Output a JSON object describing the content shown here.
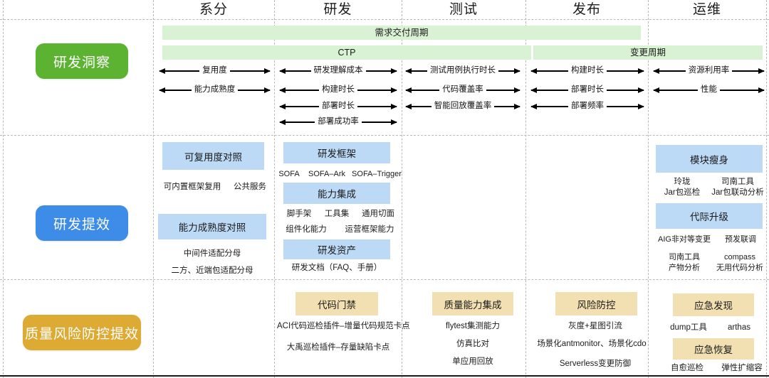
{
  "columns": [
    {
      "key": "xifen",
      "label": "系分"
    },
    {
      "key": "yanfa",
      "label": "研发"
    },
    {
      "key": "ceshi",
      "label": "测试"
    },
    {
      "key": "fabu",
      "label": "发布"
    },
    {
      "key": "yunwei",
      "label": "运维"
    }
  ],
  "rows": [
    {
      "key": "insight",
      "label": "研发洞察",
      "color": "#5cb331"
    },
    {
      "key": "efficiency",
      "label": "研发提效",
      "color": "#3d8ce8"
    },
    {
      "key": "quality",
      "label": "质量风险防控提效",
      "color": "#ddaa33"
    }
  ],
  "palette": {
    "green_pill": "#5cb331",
    "blue_pill": "#3d8ce8",
    "yellow_pill": "#ddaa33",
    "green_bar": "#d9f2d3",
    "blue_box": "#bcd9f5",
    "yellow_box": "#f2e0b2",
    "grid_line": "#b9b9b9"
  },
  "insight_row": {
    "cycle_bars": [
      {
        "key": "demand_delivery",
        "label": "需求交付周期"
      },
      {
        "key": "ctp",
        "label": "CTP"
      },
      {
        "key": "change_cycle",
        "label": "变更周期"
      }
    ],
    "metrics": {
      "xifen": [
        "复用度",
        "能力成熟度"
      ],
      "yanfa": [
        "研发理解成本",
        "构建时长",
        "部署时长",
        "部署成功率"
      ],
      "ceshi": [
        "测试用例执行时长",
        "代码覆盖率",
        "智能回放覆盖率"
      ],
      "fabu": [
        "构建时长",
        "部署时长",
        "部署频率"
      ],
      "yunwei": [
        "资源利用率",
        "性能"
      ]
    }
  },
  "efficiency_row": {
    "xifen": {
      "box1": "可复用度对照",
      "box1_notes": [
        "可内置框架复用",
        "公共服务"
      ],
      "box2": "能力成熟度对照",
      "box2_notes": [
        "中间件适配分母",
        "二方、近端包适配分母"
      ]
    },
    "yanfa": {
      "box1": "研发框架",
      "box1_notes": [
        "SOFA",
        "SOFA–Ark",
        "SOFA–Trigger"
      ],
      "box2": "能力集成",
      "box2_notes_line1": [
        "脚手架",
        "工具集",
        "通用切面"
      ],
      "box2_notes_line2": [
        "组件化能力",
        "运营框架能力"
      ],
      "box3": "研发资产",
      "box3_notes": [
        "研发文档（FAQ、手册）"
      ]
    },
    "yunwei": {
      "box1": "模块瘦身",
      "box1_notes_left": [
        "玲珑",
        "Jar包巡检"
      ],
      "box1_notes_right": [
        "司南工具",
        "Jar包联动分析"
      ],
      "box2": "代际升级",
      "box2_notes_row1": [
        "AIG非对等变更",
        "预发联调"
      ],
      "box2_notes_left": [
        "司南工具",
        "产物分析"
      ],
      "box2_notes_right": [
        "compass",
        "无用代码分析"
      ]
    }
  },
  "quality_row": {
    "yanfa": {
      "box1": "代码门禁",
      "notes": [
        "ACI代码巡检插件–增量代码规范卡点",
        "大禹巡检插件–存量缺陷卡点"
      ]
    },
    "ceshi": {
      "box1": "质量能力集成",
      "notes": [
        "flytest集测能力",
        "仿真比对",
        "单应用回放"
      ]
    },
    "fabu": {
      "box1": "风险防控",
      "notes": [
        "灰度+星图引流",
        "场景化antmonitor、场景化cdo",
        "Serverless变更防御"
      ]
    },
    "yunwei": {
      "box1": "应急发现",
      "box1_notes_left": "dump工具",
      "box1_notes_right": "arthas",
      "box2": "应急恢复",
      "box2_notes_left": "自愈巡检",
      "box2_notes_right": "弹性扩缩容"
    }
  }
}
